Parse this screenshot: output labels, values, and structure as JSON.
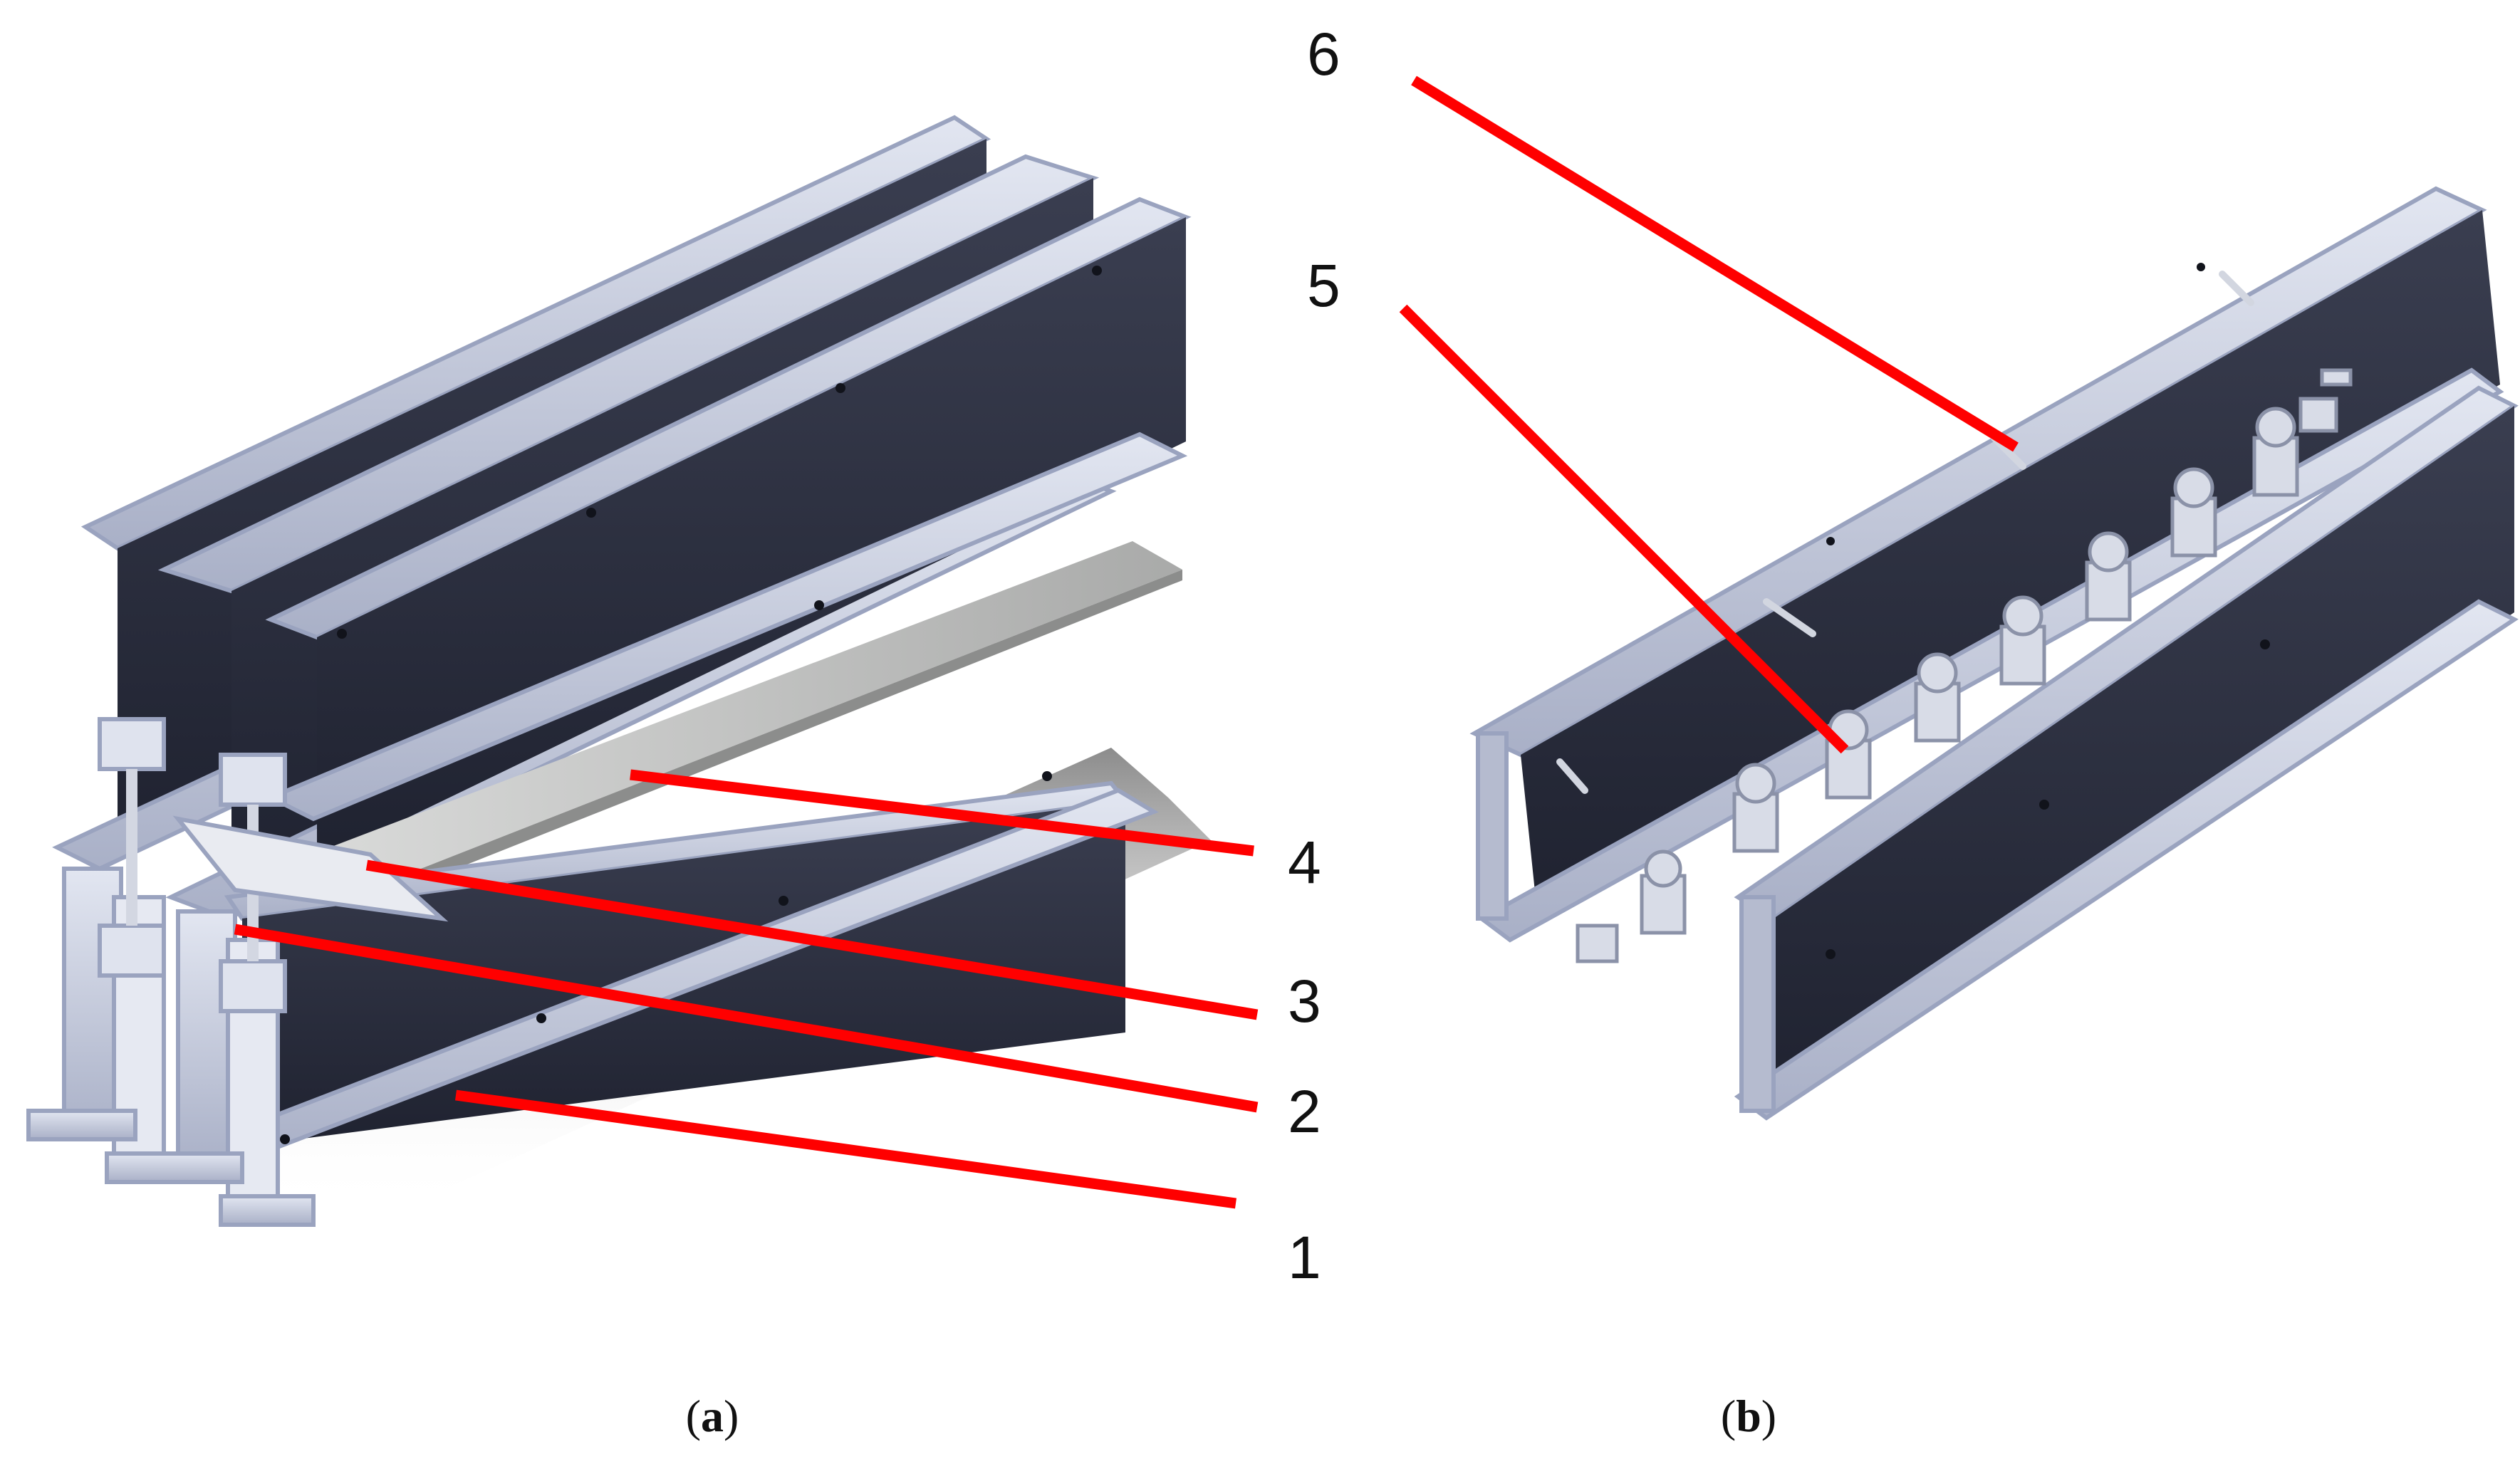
{
  "panels": [
    {
      "id": "a",
      "caption_open": "(",
      "caption_letter": "a",
      "caption_close": ")"
    },
    {
      "id": "b",
      "caption_open": "(",
      "caption_letter": "b",
      "caption_close": ")"
    }
  ],
  "callouts": [
    "1",
    "2",
    "3",
    "4",
    "5",
    "6"
  ],
  "colors": {
    "leader": "#ff0000",
    "rail_dark": "#2a2d3c",
    "rail_light": "#c9cede",
    "plate": "#c8c9c8"
  }
}
